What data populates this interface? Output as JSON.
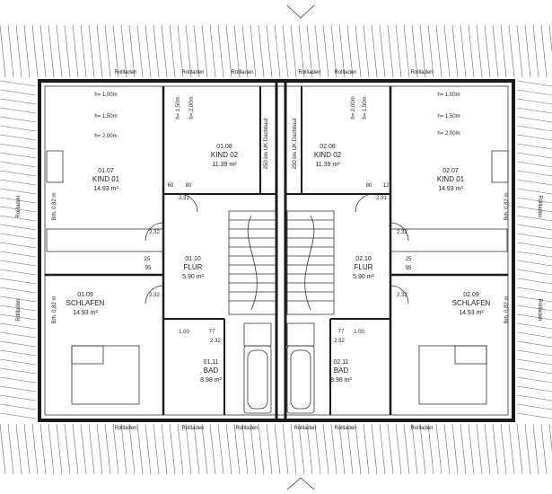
{
  "rooms": [
    {
      "id": "01.07",
      "name": "KIND 01",
      "area": "14.93 m²"
    },
    {
      "id": "01.08",
      "name": "KIND 02",
      "area": "11.39 m²"
    },
    {
      "id": "01.09",
      "name": "SCHLAFEN",
      "area": "14.93 m²"
    },
    {
      "id": "01.10",
      "name": "FLUR",
      "area": "5.90 m²"
    },
    {
      "id": "01.11",
      "name": "BAD",
      "area": "8.98 m²"
    },
    {
      "id": "02.07",
      "name": "KIND 01",
      "area": "14.93 m²"
    },
    {
      "id": "02.08",
      "name": "KIND 02",
      "area": "11.39 m²"
    },
    {
      "id": "02.09",
      "name": "SCHLAFEN",
      "area": "14.93 m²"
    },
    {
      "id": "02.10",
      "name": "FLUR",
      "area": "5.90 m²"
    },
    {
      "id": "02.11",
      "name": "BAD",
      "area": "8.98 m²"
    }
  ],
  "labels": {
    "rollladen": "Rollladen",
    "h100": "h= 1,00m",
    "h150": "h= 1,50m",
    "h200": "h= 2,00m",
    "brh": "Brh. 0,82 m",
    "uk": "250 bis UK Dachbaut",
    "d231": "2.31",
    "d232": "2.32",
    "d200": "2.00",
    "d100": "1.00",
    "d150": "1.50",
    "d77": "77",
    "d80": "80",
    "d60": "60",
    "d95": "95",
    "d12": "12",
    "d25": "25"
  }
}
